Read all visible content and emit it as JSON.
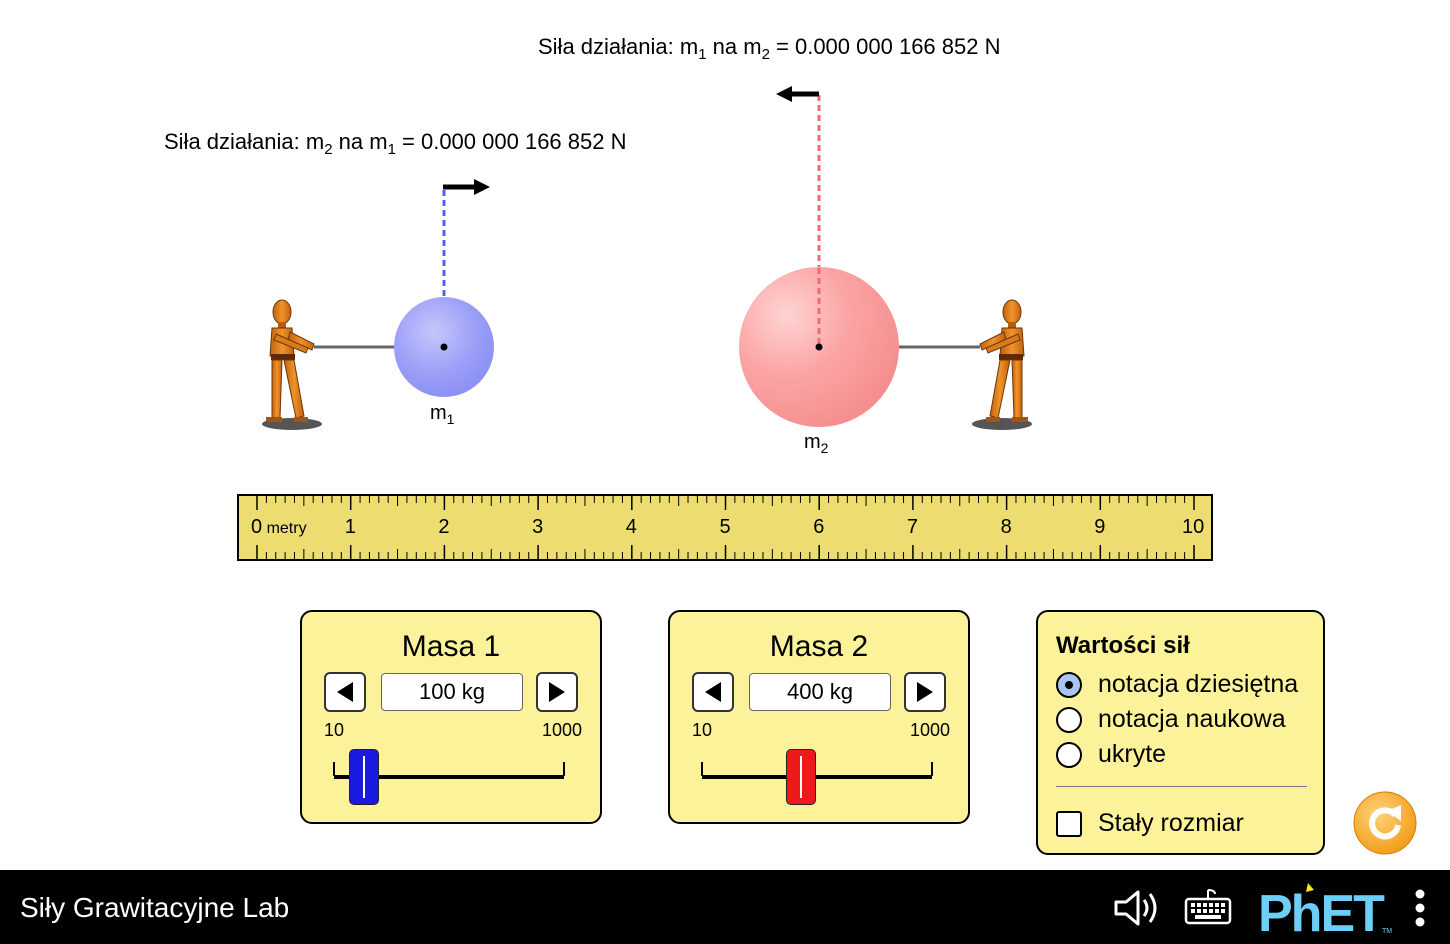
{
  "forces": {
    "m1_on_m2": {
      "prefix": "Siła działania: m",
      "sub_a": "1",
      "mid": " na m",
      "sub_b": "2",
      "value": " = 0.000 000 166 852 N"
    },
    "m2_on_m1": {
      "prefix": "Siła działania: m",
      "sub_a": "2",
      "mid": " na m",
      "sub_b": "1",
      "value": " = 0.000 000 166 852 N"
    }
  },
  "masses": {
    "m1": {
      "letter": "m",
      "sub": "1",
      "color": "#9b9ff7"
    },
    "m2": {
      "letter": "m",
      "sub": "2",
      "color": "#fb9a9a"
    }
  },
  "ruler": {
    "unit": "metry",
    "labels": [
      "0",
      "1",
      "2",
      "3",
      "4",
      "5",
      "6",
      "7",
      "8",
      "9",
      "10"
    ]
  },
  "mass1_panel": {
    "title": "Masa 1",
    "value": "100 kg",
    "min_label": "10",
    "max_label": "1000",
    "slider_fraction": 0.1,
    "thumb_color": "#1a1ae0"
  },
  "mass2_panel": {
    "title": "Masa 2",
    "value": "400 kg",
    "min_label": "10",
    "max_label": "1000",
    "slider_fraction": 0.4,
    "thumb_color": "#ee1a1a"
  },
  "force_values_panel": {
    "title": "Wartości sił",
    "options": [
      "notacja dziesiętna",
      "notacja naukowa",
      "ukryte"
    ],
    "selected": "notacja dziesiętna",
    "checkbox_label": "Stały rozmiar",
    "checkbox_checked": false
  },
  "navbar": {
    "title": "Siły Grawitacyjne Lab",
    "brand": "PhET"
  },
  "icons": {
    "reset": "reset-arrow-icon",
    "sound": "speaker-icon",
    "keyboard": "keyboard-icon",
    "menu": "kebab-menu-icon"
  }
}
